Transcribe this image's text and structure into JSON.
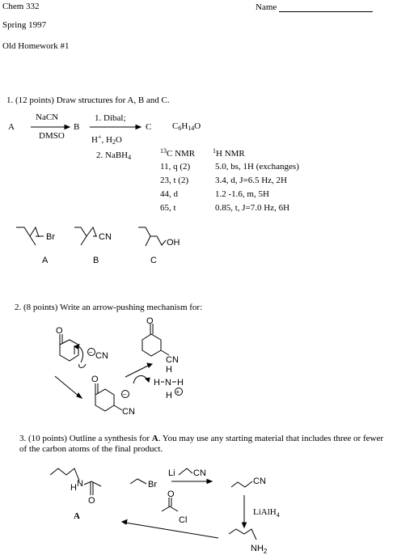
{
  "header": {
    "course": "Chem 332",
    "term": "Spring 1997",
    "assignment": "Old Homework #1",
    "name_label": "Name"
  },
  "q1": {
    "prompt": "1.  (12 points) Draw structures for A, B and C.",
    "A": "A",
    "B": "B",
    "C": "C",
    "reagent1_top": "NaCN",
    "reagent1_bottom": "DMSO",
    "reagent2_step1": "1. Dibal;",
    "reagent2_hplus": "H",
    "reagent2_plus": "+",
    "reagent2_comma": ", H",
    "reagent2_sub": "2",
    "reagent2_o": "O",
    "reagent2_step2": "2. NaBH",
    "reagent2_step2_sub": "4",
    "formula_c": "C",
    "formula_6": "6",
    "formula_h": "H",
    "formula_14": "14",
    "formula_o": "O",
    "cnmr_sup": "13",
    "cnmr_label": "C NMR",
    "hnmr_sup": "1",
    "hnmr_label": "H NMR",
    "cnmr": [
      "11, q (2)",
      "23, t (2)",
      "44, d",
      "65, t"
    ],
    "hnmr": [
      "5.0, bs, 1H (exchanges)",
      "3.4, d, J=6.5 Hz, 2H",
      "1.2 -1.6, m, 5H",
      "0.85, t, J=7.0 Hz, 6H"
    ],
    "answers": {
      "a_group": "Br",
      "b_group": "CN",
      "c_group": "OH",
      "a_label": "A",
      "b_label": "B",
      "c_label": "C"
    }
  },
  "q2": {
    "prompt": "2.  (8 points) Write an arrow-pushing mechanism for:",
    "o": "O",
    "cn": "CN",
    "minus": "−",
    "plus": "+",
    "h": "H",
    "n": "N",
    "hn": "H",
    "nh": "H"
  },
  "q3": {
    "prompt_line1": "3. (10 points) Outline a synthesis for ",
    "prompt_bold": "A",
    "prompt_line1_end": ".  You may use any starting material that includes three or fewer",
    "prompt_line2": "of the carbon atoms of the final product.",
    "h": "H",
    "n": "N",
    "o": "O",
    "target_label": "A",
    "br": "Br",
    "li": "Li",
    "cn": "CN",
    "cn2": "CN",
    "o2": "O",
    "cl": "Cl",
    "lialh": "LiAlH",
    "lialh_sub": "4",
    "nh": "NH",
    "nh_sub": "2"
  }
}
